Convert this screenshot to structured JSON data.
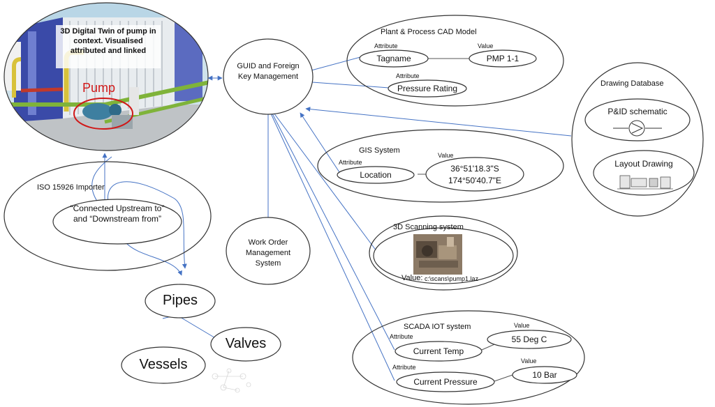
{
  "digital_twin": {
    "overlay_text": "3D Digital Twin of pump in context. Visualised attributed and linked",
    "pump_label": "Pump"
  },
  "guid": {
    "label": "GUID and Foreign Key Management"
  },
  "plant_cad": {
    "title": "Plant & Process CAD Model",
    "attr1_caption": "Attribute",
    "attr1": "Tagname",
    "value_caption": "Value",
    "value": "PMP 1-1",
    "attr2_caption": "Attribute",
    "attr2": "Pressure Rating"
  },
  "drawing_db": {
    "title": "Drawing Database",
    "pid": "P&ID schematic",
    "layout": "Layout Drawing"
  },
  "gis": {
    "title": "GIS System",
    "attr_caption": "Attribute",
    "attr": "Location",
    "value_caption": "Value",
    "value_line1": "36°51'18.3\"S",
    "value_line2": "174°50'40.7\"E"
  },
  "scanning": {
    "title": "3D Scanning system",
    "value_prefix": "Value:",
    "value_path": "c:\\scans\\pump1.laz"
  },
  "scada": {
    "title": "SCADA IOT system",
    "attr1_caption": "Attribute",
    "attr1": "Current Temp",
    "val1_caption": "Value",
    "val1": "55 Deg C",
    "attr2_caption": "Attribute",
    "attr2": "Current Pressure",
    "val2_caption": "Value",
    "val2": "10 Bar"
  },
  "iso": {
    "title": "ISO 15926 Importer",
    "inner_text": "“Connected Upstream to” and “Downstream from”"
  },
  "work_order": {
    "label": "Work Order Management System"
  },
  "pipes": {
    "label": "Pipes"
  },
  "valves": {
    "label": "Valves"
  },
  "vessels": {
    "label": "Vessels"
  },
  "colors": {
    "connector": "#4472c4",
    "pump_text": "#d01818",
    "outline": "#333333"
  }
}
